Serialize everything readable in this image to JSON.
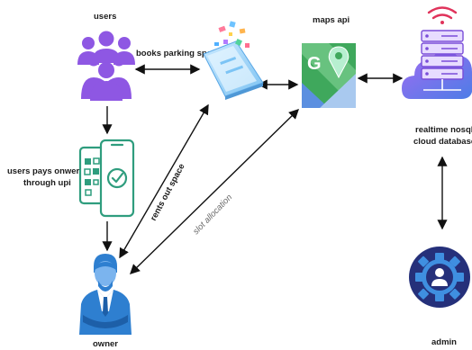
{
  "nodes": {
    "users": {
      "label": "users",
      "icon": "users-group-icon"
    },
    "app": {
      "label": "",
      "icon": "parking-app-phone-icon"
    },
    "maps": {
      "label": "maps api",
      "icon": "google-maps-icon"
    },
    "database": {
      "label_line1": "realtime nosql",
      "label_line2": "cloud database",
      "icon": "cloud-database-icon"
    },
    "payment": {
      "label_line1": "users pays onwer",
      "label_line2": "through upi",
      "icon": "upi-payment-phone-icon"
    },
    "owner": {
      "label": "owner",
      "icon": "owner-person-icon"
    },
    "admin": {
      "label": "admin",
      "icon": "admin-gear-icon"
    }
  },
  "edges": {
    "users_app": "books parking spot",
    "owner_app": "rents out space",
    "owner_maps": "slot allocation"
  },
  "colors": {
    "users": "#8e57e3",
    "payment": "#2f9d7e",
    "owner": "#2e7fd0",
    "maps_green": "#3fa85c",
    "maps_blue": "#5b8fe0",
    "database": "#7a4dd8",
    "wifi": "#e0335b",
    "admin": "#25307a",
    "arrow": "#111111",
    "dashed": "#9a9a9a"
  }
}
